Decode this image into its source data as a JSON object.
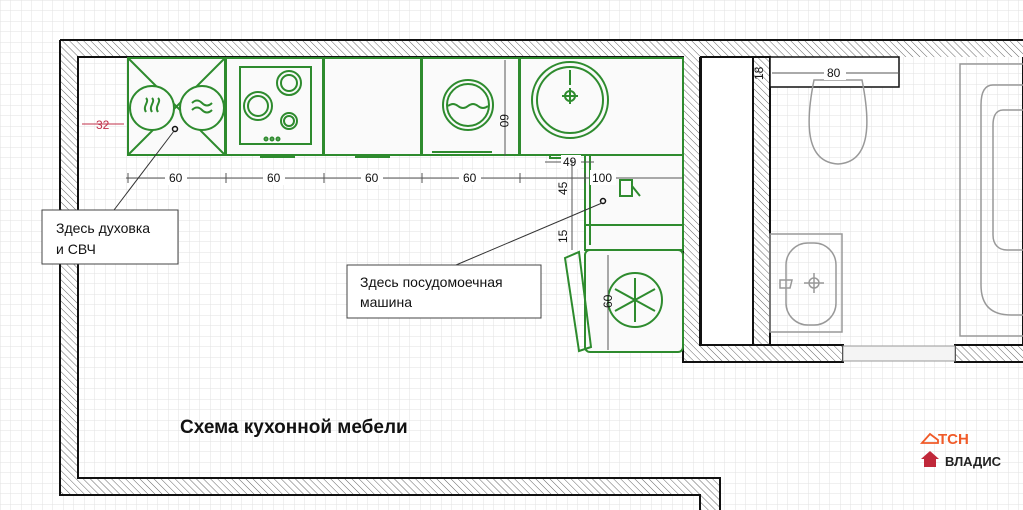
{
  "title": "Схема кухонной мебели",
  "callouts": {
    "oven": {
      "line1": "Здесь духовка",
      "line2": "и СВЧ"
    },
    "dishwasher": {
      "line1": "Здесь посудомоечная",
      "line2": "машина"
    }
  },
  "dimensions": {
    "left_gap": "32",
    "cab1": "60",
    "cab2": "60",
    "cab3": "60",
    "cab4": "60",
    "corner": "100",
    "depth": "60",
    "sink_offset": "49",
    "side1": "45",
    "side2": "15",
    "fridge": "60",
    "bath_wall": "18",
    "bath_width": "80"
  },
  "logo": {
    "line1": "ТСН",
    "line2": "ВЛАДИС"
  },
  "colors": {
    "furniture": "#2e8b2e",
    "accent_dim": "#c0304a",
    "logo_orange": "#f05a28",
    "logo_red": "#c0283a"
  }
}
